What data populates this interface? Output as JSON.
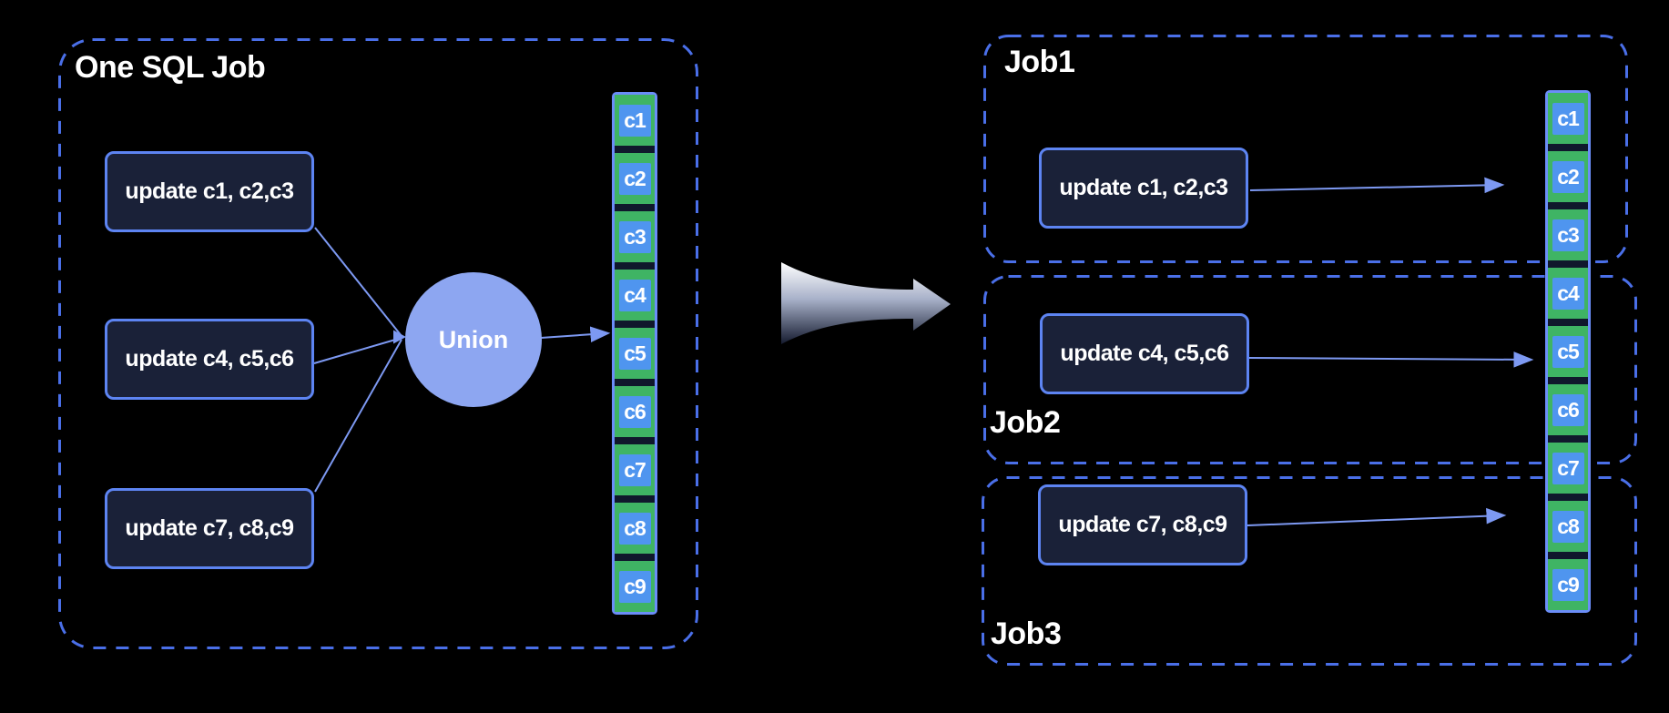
{
  "colors": {
    "bg": "#000000",
    "dash": "#4a6fe8",
    "nodeborder": "#5d84f2",
    "nodefill": "#1a2138",
    "unionfill": "#8da6f1",
    "green": "#3fb464",
    "cellblue": "#4f95ef",
    "colborder": "#6b8df8",
    "colgap": "#10182c",
    "line": "#7d99f2",
    "text": "#ffffff"
  },
  "left_panel": {
    "title": "One SQL Job",
    "nodes": [
      "update c1, c2,c3",
      "update c4, c5,c6",
      "update c7, c8,c9"
    ],
    "union_label": "Union",
    "cells": [
      "c1",
      "c2",
      "c3",
      "c4",
      "c5",
      "c6",
      "c7",
      "c8",
      "c9"
    ]
  },
  "right_panel": {
    "jobs": [
      {
        "title": "Job1",
        "node": "update c1, c2,c3"
      },
      {
        "title": "Job2",
        "node": "update c4, c5,c6"
      },
      {
        "title": "Job3",
        "node": "update c7, c8,c9"
      }
    ],
    "cells": [
      "c1",
      "c2",
      "c3",
      "c4",
      "c5",
      "c6",
      "c7",
      "c8",
      "c9"
    ]
  }
}
